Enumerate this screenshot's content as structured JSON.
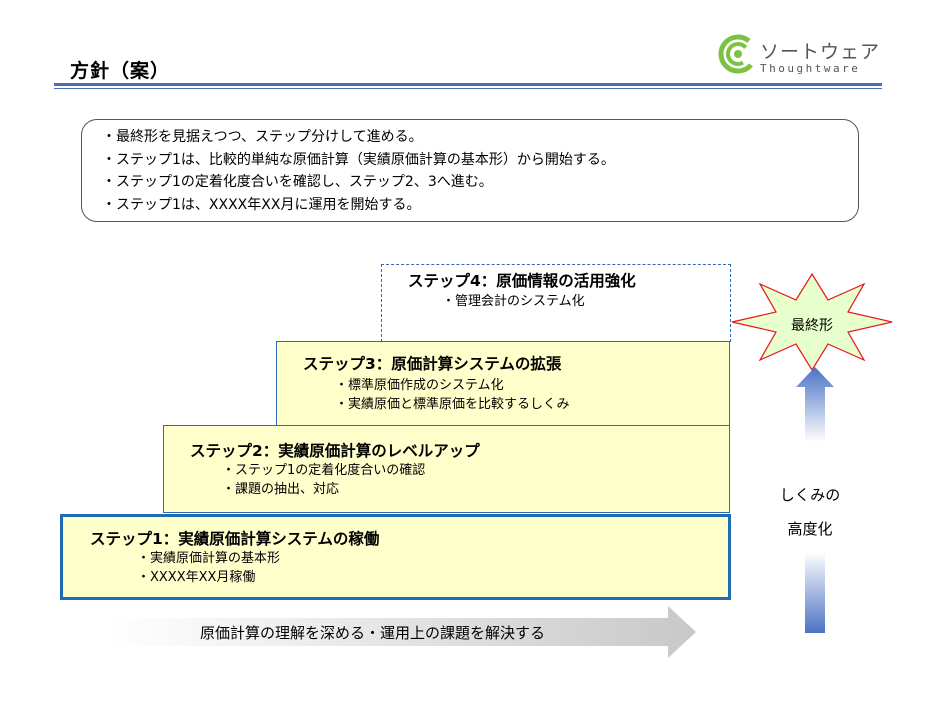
{
  "header": {
    "title": "方針（案）"
  },
  "logo": {
    "name_ja": "ソートウェア",
    "name_en": "Thoughtware"
  },
  "policy": {
    "lines": [
      "・最終形を見据えつつ、ステップ分けして進める。",
      "・ステップ1は、比較的単純な原価計算（実績原価計算の基本形）から開始する。",
      "・ステップ1の定着化度合いを確認し、ステップ2、3へ進む。",
      "・ステップ1は、XXXX年XX月に運用を開始する。"
    ]
  },
  "steps": [
    {
      "heading": "ステップ1：実績原価計算システムの稼働",
      "items": [
        "・実績原価計算の基本形",
        "・XXXX年XX月稼働"
      ]
    },
    {
      "heading": "ステップ2：実績原価計算のレベルアップ",
      "items": [
        "・ステップ1の定着化度合いの確認",
        "・課題の抽出、対応"
      ]
    },
    {
      "heading": "ステップ3：原価計算システムの拡張",
      "items": [
        "・標準原価作成のシステム化",
        "・実績原価と標準原価を比較するしくみ"
      ]
    },
    {
      "heading": "ステップ4：原価情報の活用強化",
      "items": [
        "・管理会計のシステム化"
      ]
    }
  ],
  "final_form": "最終形",
  "side_label": {
    "line1": "しくみの",
    "line2": "高度化"
  },
  "bottom_arrow_text": "原価計算の理解を深める・運用上の課題を解決する",
  "colors": {
    "step_fill": "#ffffcc",
    "border_blue": "#1f6bb5",
    "star_fill": "#e6ffcc",
    "star_stroke": "#e8141b",
    "arrow_blue": "#4a72c4",
    "logo_green": "#7cc242"
  }
}
